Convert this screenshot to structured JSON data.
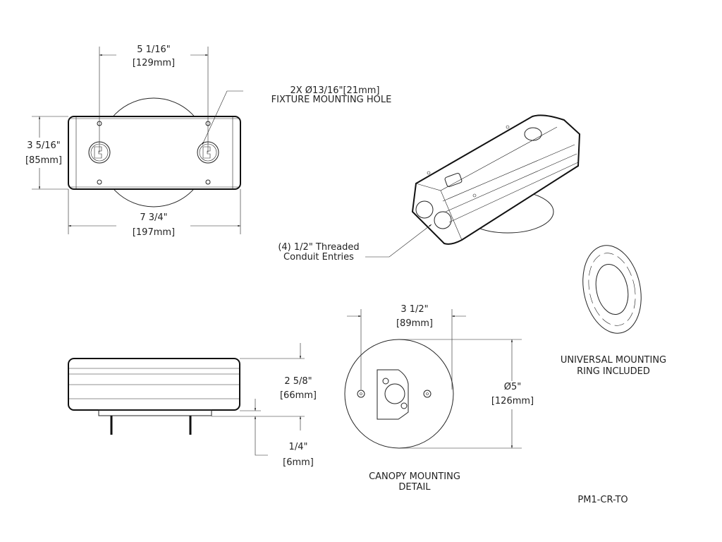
{
  "top_view": {
    "width_holes": "5 1/16\"",
    "width_holes_mm": "[129mm]",
    "height": "3 5/16\"",
    "height_mm": "[85mm]",
    "length": "7 3/4\"",
    "length_mm": "[197mm]",
    "hole_callout_line1": "2X Ø13/16\"[21mm]",
    "hole_callout_line2": "FIXTURE MOUNTING HOLE"
  },
  "iso_view": {
    "conduit_line1": "(4) 1/2\" Threaded",
    "conduit_line2": "Conduit Entries"
  },
  "ring": {
    "line1": "UNIVERSAL MOUNTING",
    "line2": "RING INCLUDED"
  },
  "side_view": {
    "height": "2 5/8\"",
    "height_mm": "[66mm]",
    "plate": "1/4\"",
    "plate_mm": "[6mm]"
  },
  "canopy": {
    "spacing": "3 1/2\"",
    "spacing_mm": "[89mm]",
    "diameter": "Ø5\"",
    "diameter_mm": "[126mm]",
    "title_line1": "CANOPY MOUNTING",
    "title_line2": "DETAIL"
  },
  "part_number": "PM1-CR-TO"
}
